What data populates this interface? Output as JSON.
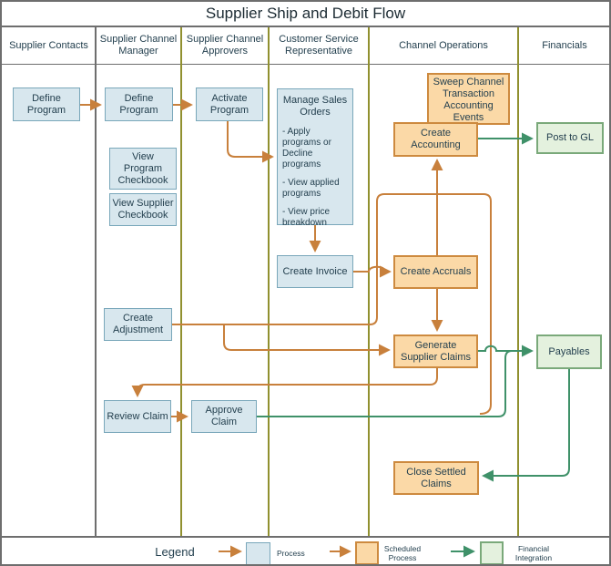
{
  "title": "Supplier Ship and Debit Flow",
  "lanes": [
    "Supplier Contacts",
    "Supplier Channel Manager",
    "Supplier Channel Approvers",
    "Customer Service Representative",
    "Channel Operations",
    "Financials"
  ],
  "nodes": {
    "supplier_define_program": {
      "label": "Define Program",
      "type": "process"
    },
    "manager_define_program": {
      "label": "Define Program",
      "type": "process"
    },
    "activate_program": {
      "label": "Activate Program",
      "type": "process"
    },
    "view_program_checkbook": {
      "label": "View Program Checkbook",
      "type": "process"
    },
    "view_supplier_checkbook": {
      "label": "View Supplier Checkbook",
      "type": "process"
    },
    "create_invoice": {
      "label": "Create Invoice",
      "type": "process"
    },
    "sweep_channel_events": {
      "label": "Sweep Channel Transaction Accounting Events",
      "type": "scheduled"
    },
    "create_accounting": {
      "label": "Create Accounting",
      "type": "scheduled"
    },
    "post_to_gl": {
      "label": "Post to GL",
      "type": "integration"
    },
    "create_accruals": {
      "label": "Create Accruals",
      "type": "scheduled"
    },
    "create_adjustment": {
      "label": "Create Adjustment",
      "type": "process"
    },
    "generate_supplier_claims": {
      "label": "Generate Supplier Claims",
      "type": "scheduled"
    },
    "payables": {
      "label": "Payables",
      "type": "integration"
    },
    "review_claim": {
      "label": "Review Claim",
      "type": "process"
    },
    "approve_claim": {
      "label": "Approve Claim",
      "type": "process"
    },
    "close_settled_claims": {
      "label": "Close Settled Claims",
      "type": "scheduled"
    }
  },
  "manage_sales_orders": {
    "title": "Manage Sales Orders",
    "items": [
      "- Apply programs or Decline programs",
      "- View applied programs",
      "- View price breakdown"
    ]
  },
  "legend": {
    "title": "Legend",
    "process": "Process",
    "scheduled": "Scheduled Process",
    "integration": "Financial Integration"
  },
  "colors": {
    "process_fill": "#d8e7ee",
    "process_border": "#79a7ba",
    "scheduled_fill": "#fbd9a7",
    "scheduled_border": "#cd8a3f",
    "integration_fill": "#e4f1de",
    "integration_border": "#7aa97a",
    "flow_arrow": "#c8803c",
    "integration_arrow": "#3f9169",
    "lane_line": "#90902f",
    "frame_line": "#6e6e6e"
  }
}
